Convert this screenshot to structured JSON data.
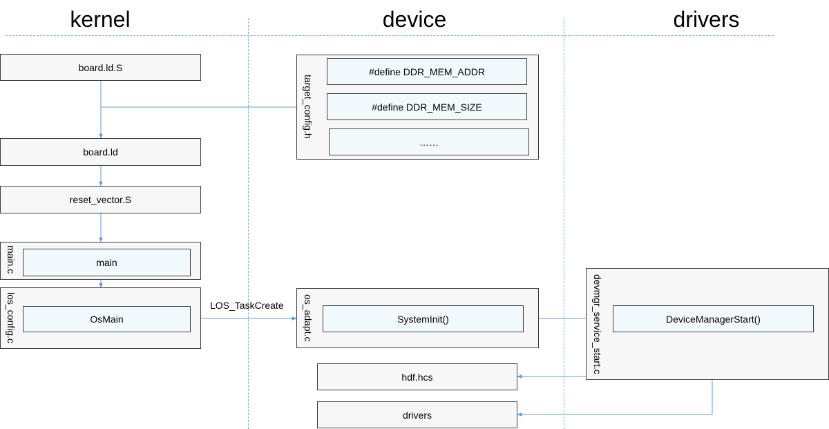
{
  "columns": {
    "kernel": "kernel",
    "device": "device",
    "drivers": "drivers"
  },
  "kernel": {
    "board_ld_s": "board.ld.S",
    "board_ld": "board.ld",
    "reset_vector": "reset_vector.S",
    "main_c": {
      "file": "main.c",
      "func": "main"
    },
    "los_config": {
      "file": "los_config.c",
      "func": "OsMain"
    }
  },
  "device": {
    "target_config": {
      "file": "target_config.h",
      "items": [
        "#define DDR_MEM_ADDR",
        "#define DDR_MEM_SIZE",
        "……"
      ]
    },
    "os_adapt": {
      "file": "os_adapt.c",
      "func": "SystemInit()"
    },
    "hdf_hcs": "hdf.hcs",
    "drivers": "drivers"
  },
  "drivers": {
    "devmgr": {
      "file": "devmgr_service_start.c",
      "func": "DeviceManagerStart()"
    }
  },
  "edges": {
    "task_create": "LOS_TaskCreate"
  },
  "colors": {
    "connector": "#5b9bd5",
    "divider": "#7aaed6",
    "box_fill": "#f7f7f7",
    "inner_fill": "#f2f9fc"
  }
}
